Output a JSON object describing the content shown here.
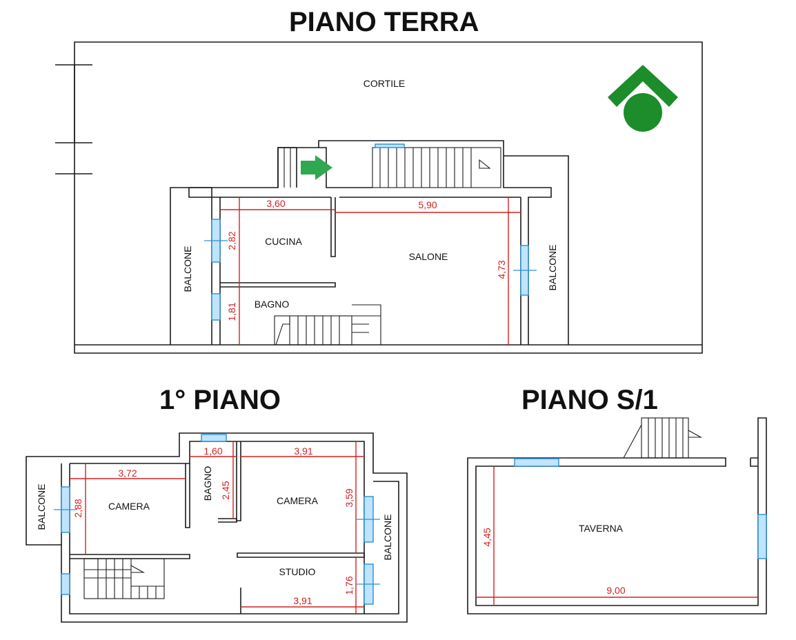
{
  "floors": {
    "ground": {
      "title": "PIANO TERRA",
      "rooms": {
        "cortile": "CORTILE",
        "cucina": "CUCINA",
        "salone": "SALONE",
        "bagno": "BAGNO",
        "balcone_left": "BALCONE",
        "balcone_right": "BALCONE"
      },
      "dims": {
        "cucina_w": "3,60",
        "salone_w": "5,90",
        "cucina_h": "2,82",
        "bagno_h": "1,81",
        "salone_h": "4,73"
      }
    },
    "first": {
      "title": "1° PIANO",
      "rooms": {
        "balcone_left": "BALCONE",
        "camera_left": "CAMERA",
        "bagno": "BAGNO",
        "camera_right": "CAMERA",
        "studio": "STUDIO",
        "balcone_right": "BALCONE"
      },
      "dims": {
        "camera_left_w": "3,72",
        "camera_left_h": "2,88",
        "bagno_w": "1,60",
        "bagno_h": "2,45",
        "camera_right_w": "3,91",
        "camera_right_h": "3,59",
        "studio_h": "1,76",
        "studio_w": "3,91"
      }
    },
    "basement": {
      "title": "PIANO S/1",
      "rooms": {
        "taverna": "TAVERNA"
      },
      "dims": {
        "taverna_h": "4,45",
        "taverna_w": "9,00"
      }
    }
  },
  "colors": {
    "wall": "#1a1a1a",
    "dimension": "#d42020",
    "window": "#2a8fd6",
    "arrow": "#2fa84f",
    "logo": "#1d8c2a"
  },
  "icons": {
    "entrance": "entrance-arrow-icon",
    "logo": "agency-logo-icon"
  }
}
